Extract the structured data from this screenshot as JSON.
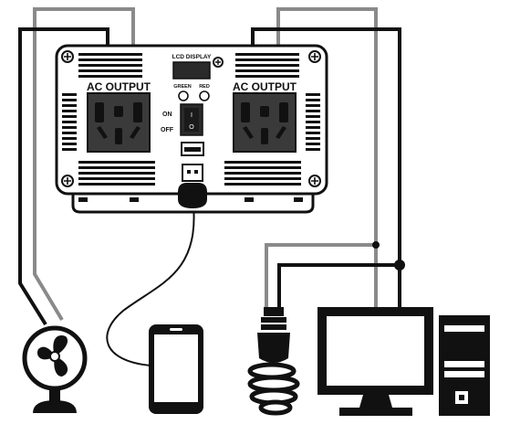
{
  "panel": {
    "lcd_label": "LCD DISPLAY",
    "green_label": "GREEN",
    "red_label": "RED",
    "on_label": "ON",
    "off_label": "OFF",
    "outlet_left_label": "AC OUTPUT",
    "outlet_right_label": "AC OUTPUT",
    "switch_on_symbol": "I",
    "switch_off_symbol": "O"
  },
  "devices": [
    "fan-icon",
    "smartphone-icon",
    "led-bulb-icon",
    "computer-monitor-icon",
    "pc-tower-icon"
  ],
  "colors": {
    "line": "#111111",
    "wire_gray": "#8a8a8a",
    "panel_fill": "#ffffff",
    "outlet_fill": "#3a3a3a"
  }
}
